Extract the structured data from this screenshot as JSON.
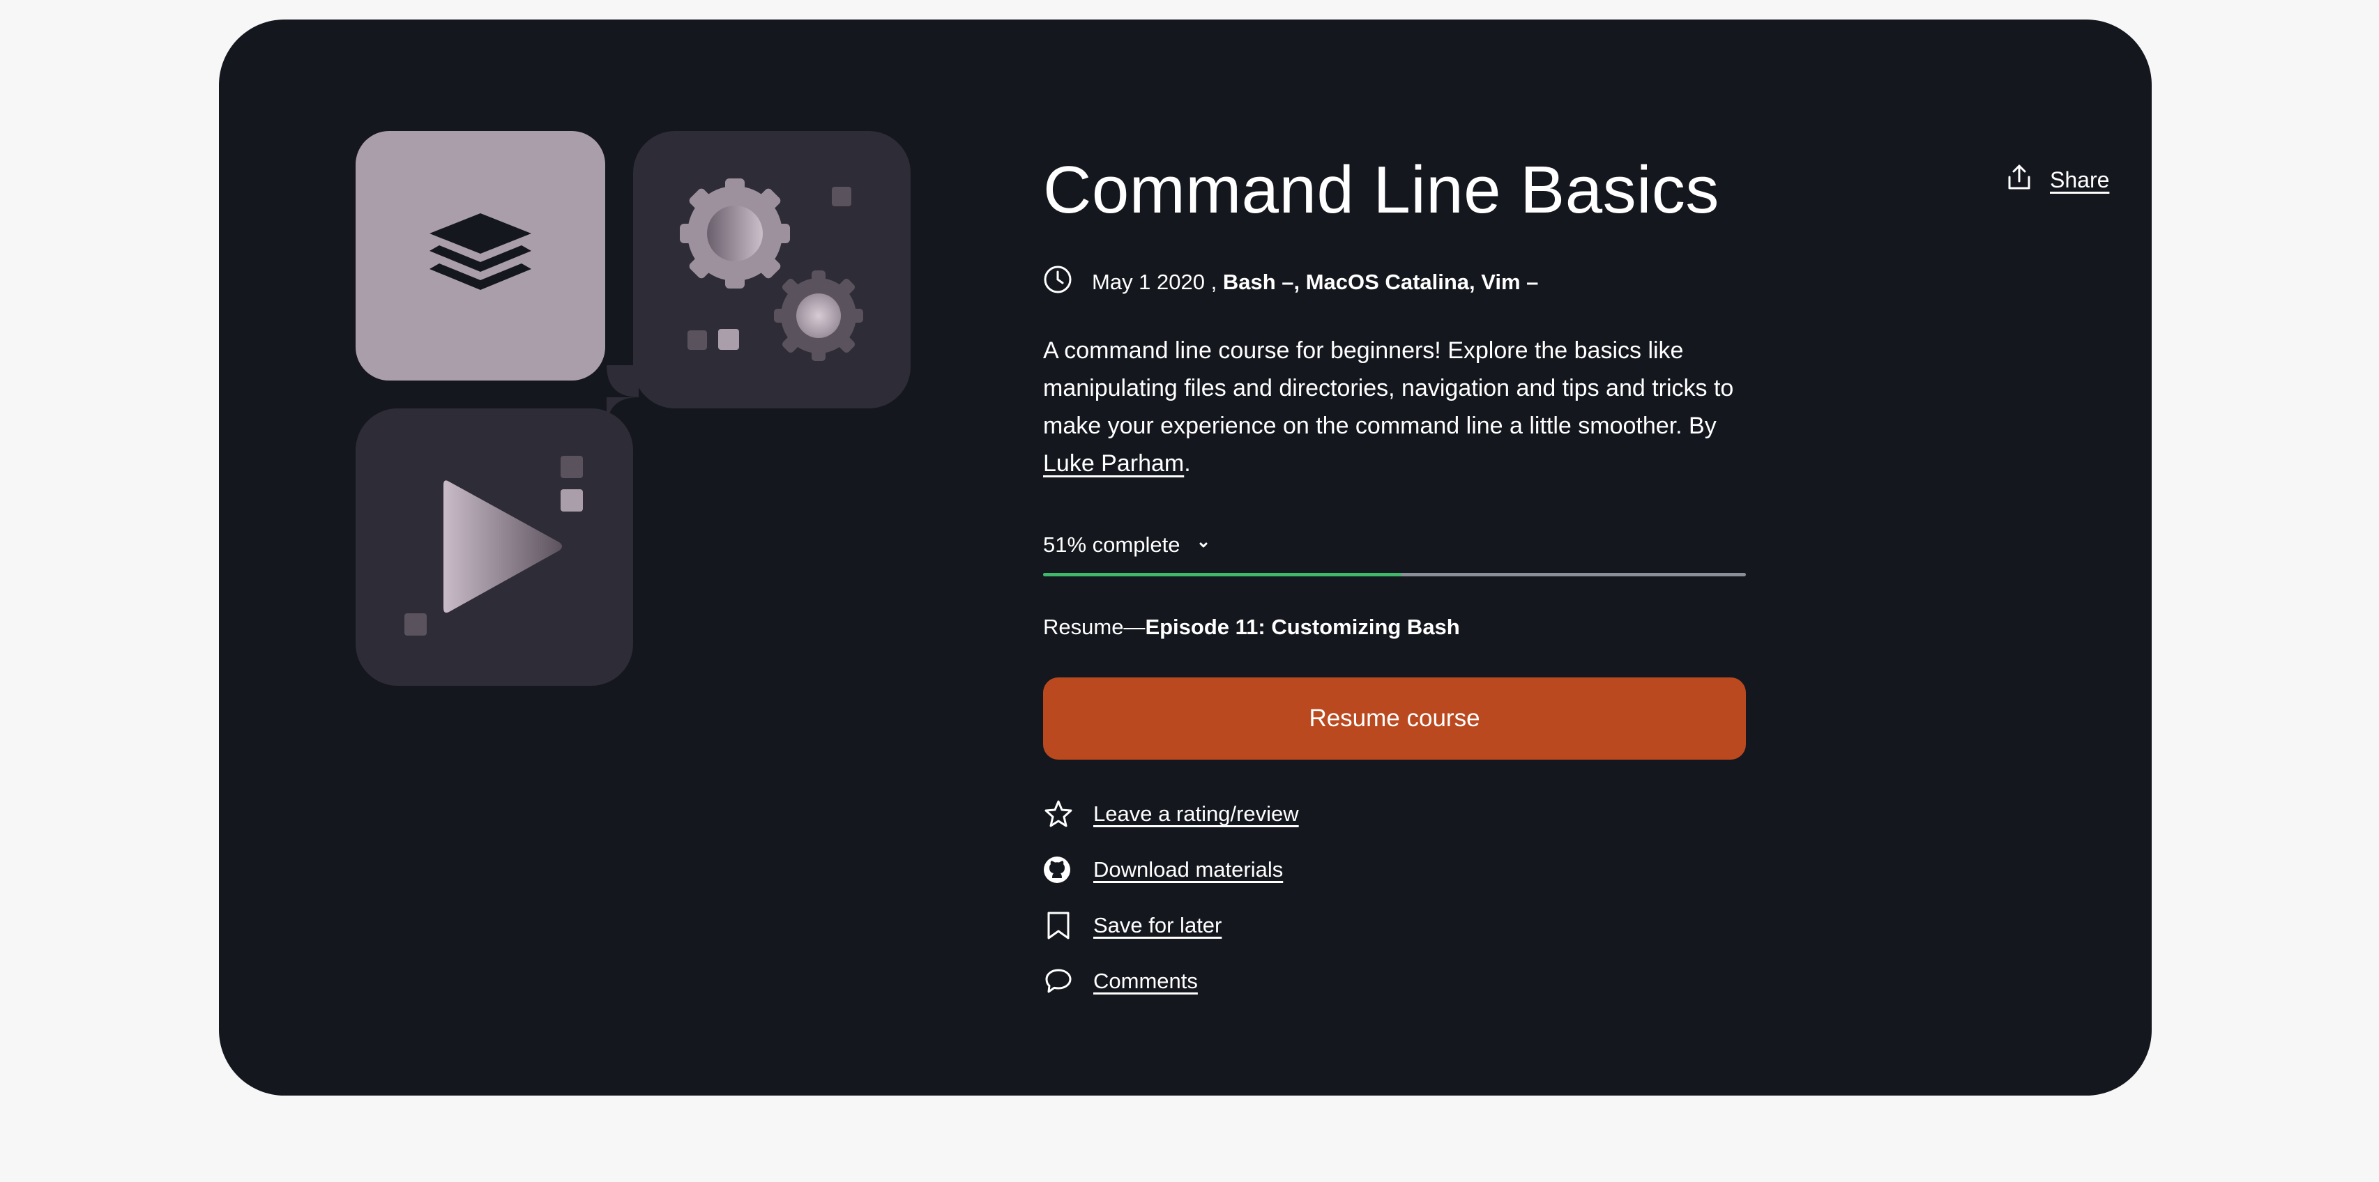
{
  "course": {
    "title": "Command Line Basics",
    "date": "May 1 2020 ,",
    "technologies": "Bash –, MacOS Catalina, Vim –",
    "description_text": "A command line course for beginners! Explore the basics like manipulating files and directories, navigation and tips and tricks to make your experience on the command line a little smoother. By ",
    "author": "Luke Parham",
    "description_end": "."
  },
  "share": {
    "label": "Share",
    "icon": "share-icon"
  },
  "progress": {
    "label": "51% complete",
    "fraction": 0.51,
    "fill_color": "#3fb86c",
    "track_color": "#8a8f98"
  },
  "resume": {
    "prefix": "Resume—",
    "episode": "Episode 11: Customizing Bash",
    "button_label": "Resume course",
    "button_color": "#bb4920"
  },
  "actions": [
    {
      "label": "Leave a rating/review",
      "icon": "star-icon"
    },
    {
      "label": "Download materials",
      "icon": "github-icon"
    },
    {
      "label": "Save for later",
      "icon": "bookmark-icon"
    },
    {
      "label": "Comments",
      "icon": "comment-icon"
    }
  ],
  "colors": {
    "page_background": "#f7f7f8",
    "card_background": "#14171e",
    "text": "#ffffff"
  }
}
